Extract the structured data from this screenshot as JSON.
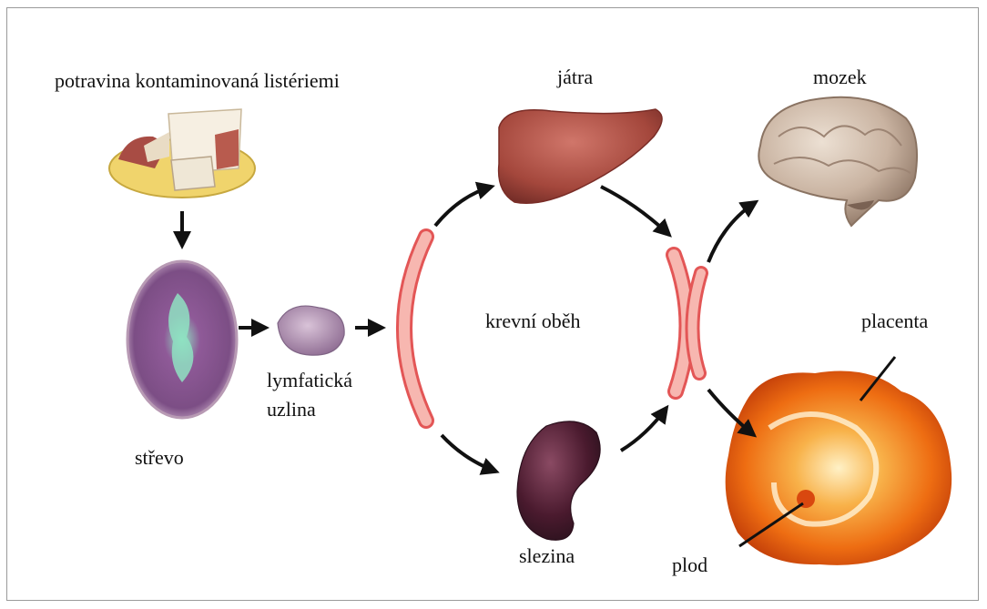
{
  "labels": {
    "food": "potravina kontaminovaná listériemi",
    "liver": "játra",
    "brain": "mozek",
    "intestine": "střevo",
    "lymph_node_line1": "lymfatická",
    "lymph_node_line2": "uzlina",
    "circulation": "krevní oběh",
    "placenta": "placenta",
    "spleen": "slezina",
    "fetus": "plod"
  },
  "colors": {
    "arrow": "#111111",
    "vessel_fill": "#f7b7b0",
    "vessel_stroke": "#e35656",
    "liver": "#a8483e",
    "spleen": "#4a1a2e",
    "brain": "#cdb9a8",
    "placenta": "#f07a16",
    "intestine": "#9a6a9c"
  }
}
